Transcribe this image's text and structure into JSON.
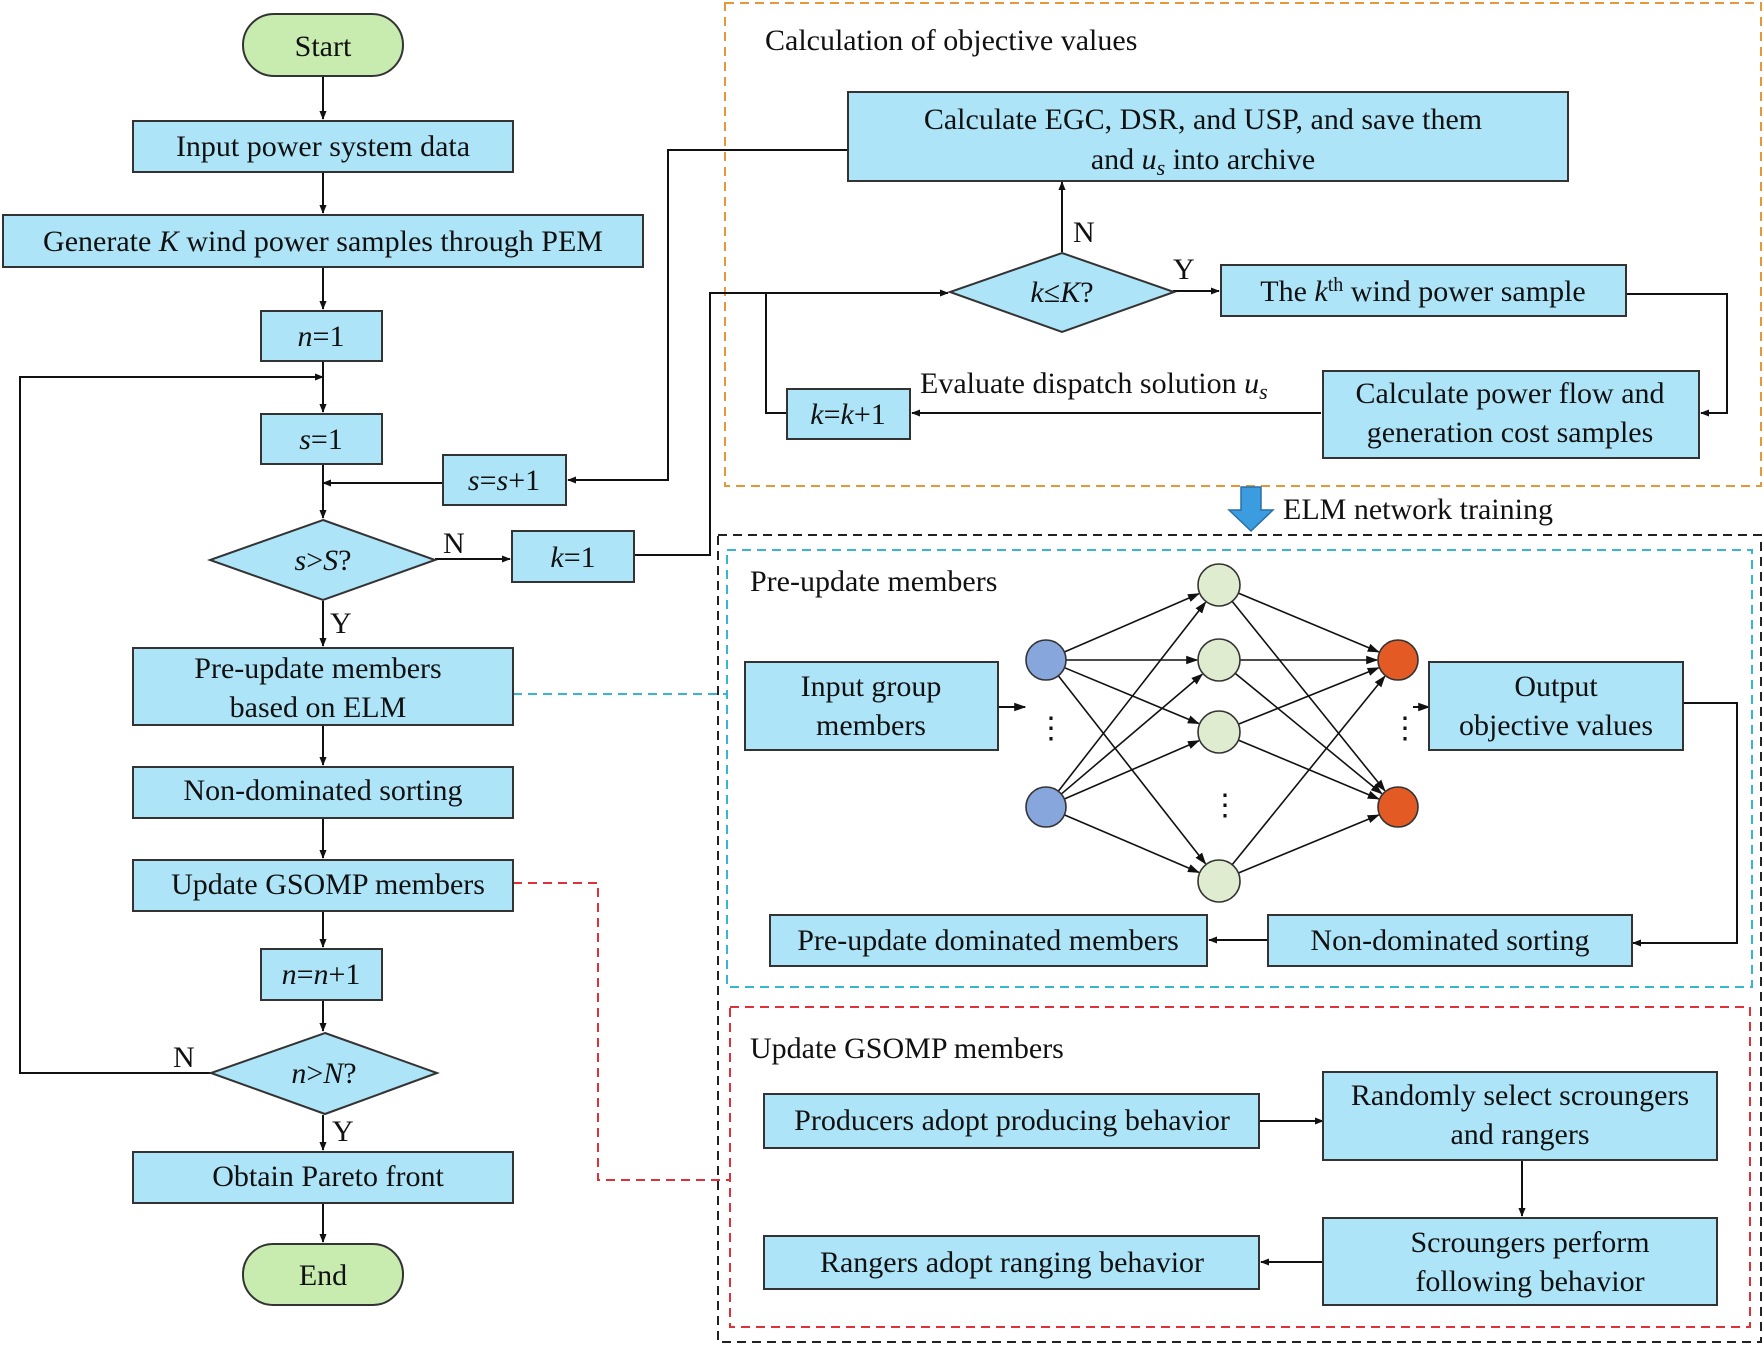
{
  "flow": {
    "start": "Start",
    "input_data": "Input power system data",
    "generate_pre": "Generate ",
    "generate_K": "K",
    "generate_post": " wind power samples through PEM",
    "n_init_var": "n",
    "n_init_val": "=1",
    "s_init_var": "s",
    "s_init_val": "=1",
    "s_inc_a": "s",
    "s_inc_b": "=",
    "s_inc_c": "s",
    "s_inc_d": "+1",
    "s_check_a": "s",
    "s_check_b": ">",
    "s_check_c": "S",
    "s_check_d": "?",
    "k_init_var": "k",
    "k_init_val": "=1",
    "preupdate_line1": "Pre-update members",
    "preupdate_line2": "based on ELM",
    "nondominated": "Non-dominated sorting",
    "update_gsomp": "Update GSOMP members",
    "n_inc_a": "n",
    "n_inc_b": "=",
    "n_inc_c": "n",
    "n_inc_d": "+1",
    "n_check_a": "n",
    "n_check_b": ">",
    "n_check_c": "N",
    "n_check_d": "?",
    "pareto": "Obtain Pareto front",
    "end": "End",
    "label_N": "N",
    "label_Y": "Y"
  },
  "objective_section": {
    "title": "Calculation of objective values",
    "calc_line1": "Calculate EGC, DSR, and USP, and save them",
    "calc_line2_a": "and ",
    "calc_line2_u": "u",
    "calc_line2_s": "s",
    "calc_line2_b": " into archive",
    "k_check_a": "k",
    "k_check_b": "≤",
    "k_check_c": "K",
    "k_check_d": "?",
    "sample_a": "The ",
    "sample_k": "k",
    "sample_th": "th",
    "sample_b": " wind power sample",
    "k_inc_a": "k",
    "k_inc_b": "=",
    "k_inc_c": "k",
    "k_inc_d": "+1",
    "evaluate_a": "Evaluate dispatch solution ",
    "evaluate_u": "u",
    "evaluate_s": "s",
    "powerflow_line1": "Calculate power flow and",
    "powerflow_line2": "generation cost samples",
    "label_N": "N",
    "label_Y": "Y"
  },
  "elm_label": "ELM network training",
  "preupdate_section": {
    "title": "Pre-update members",
    "input_line1": "Input group",
    "input_line2": "members",
    "output_line1": "Output",
    "output_line2": "objective values",
    "nondominated": "Non-dominated sorting",
    "dominated": "Pre-update dominated members"
  },
  "update_section": {
    "title": "Update GSOMP members",
    "producers": "Producers adopt producing behavior",
    "randomly_line1": "Randomly select scroungers",
    "randomly_line2": "and rangers",
    "scroungers_line1": "Scroungers perform",
    "scroungers_line2": "following behavior",
    "rangers": "Rangers adopt ranging behavior"
  },
  "colors": {
    "box_fill": "#aee4f7",
    "terminal_fill": "#c8ebb0",
    "input_neuron": "#87a7dc",
    "hidden_neuron": "#dfeccf",
    "output_neuron": "#e35a24",
    "orange_dash": "#e5973a",
    "blue_dash": "#39b5d4",
    "red_dash": "#e0303a",
    "arrow_blue": "#3b9de0"
  }
}
